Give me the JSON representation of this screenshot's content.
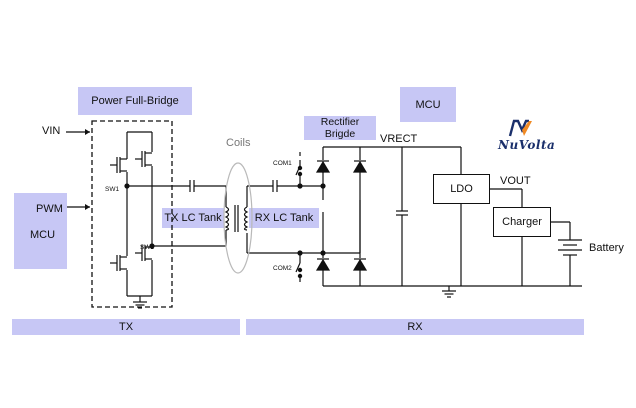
{
  "blocks": {
    "power_full_bridge": "Power Full-Bridge",
    "mcu_rx": "MCU",
    "rectifier_line1": "Rectifier",
    "rectifier_line2": "Brigde",
    "pwm": "PWM",
    "mcu_tx": "MCU",
    "tx_tank": "TX LC Tank",
    "rx_tank": "RX LC Tank",
    "tx_bar": "TX",
    "rx_bar": "RX"
  },
  "labels": {
    "vin": "VIN",
    "coils": "Coils",
    "vrect": "VRECT",
    "vout": "VOUT",
    "battery": "Battery",
    "sw1": "SW1",
    "sw2": "SW2",
    "com1": "COM1",
    "com2": "COM2"
  },
  "components": {
    "ldo": "LDO",
    "charger": "Charger"
  },
  "logo": {
    "text": "NuVolta",
    "colors": {
      "blue": "#1a2f6b",
      "orange": "#f08a24"
    }
  },
  "colors": {
    "block_fill": "#c7c7f5",
    "wire": "#111111",
    "coil_ellipse": "#b9b9b9"
  }
}
